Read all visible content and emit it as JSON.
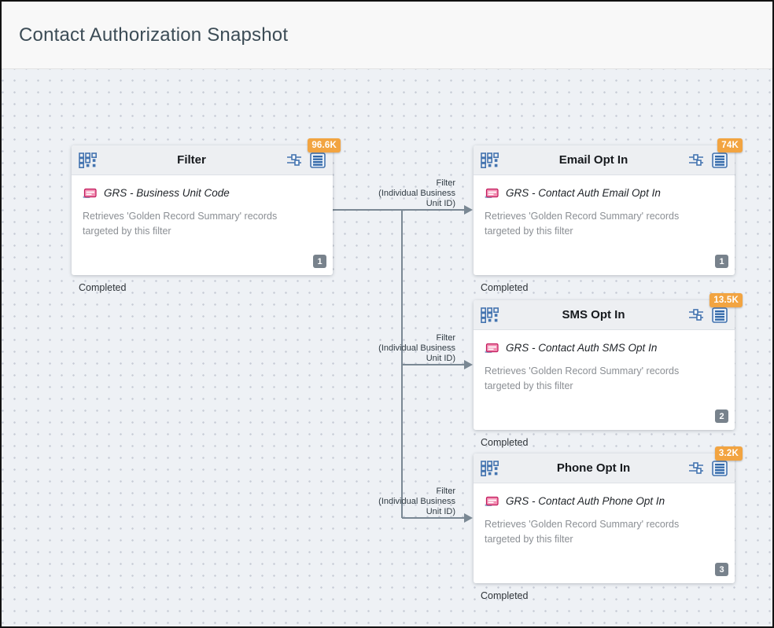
{
  "window": {
    "title": "Contact Authorization Snapshot"
  },
  "canvas": {
    "nodes": [
      {
        "title": "Filter",
        "count": "96.6K",
        "source": "GRS - Business Unit Code",
        "description": "Retrieves 'Golden Record Summary' records targeted by this filter",
        "step": "1",
        "status": "Completed"
      },
      {
        "title": "Email Opt In",
        "count": "74K",
        "source": "GRS - Contact Auth Email Opt In",
        "description": "Retrieves 'Golden Record Summary' records targeted by this filter",
        "step": "1",
        "status": "Completed"
      },
      {
        "title": "SMS Opt In",
        "count": "13.5K",
        "source": "GRS - Contact Auth SMS Opt In",
        "description": "Retrieves 'Golden Record Summary' records targeted by this filter",
        "step": "2",
        "status": "Completed"
      },
      {
        "title": "Phone Opt In",
        "count": "3.2K",
        "source": "GRS - Contact Auth Phone Opt In",
        "description": "Retrieves 'Golden Record Summary' records targeted by this filter",
        "step": "3",
        "status": "Completed"
      }
    ],
    "connectors": [
      {
        "line1": "Filter",
        "line2": "(Individual Business",
        "line3": "Unit ID)"
      },
      {
        "line1": "Filter",
        "line2": "(Individual Business",
        "line3": "Unit ID)"
      },
      {
        "line1": "Filter",
        "line2": "(Individual Business",
        "line3": "Unit ID)"
      }
    ],
    "icons": {
      "header_left": "activity-grid-icon",
      "header_config": "sliders-icon",
      "header_log": "list-icon",
      "source": "data-extension-icon"
    },
    "colors": {
      "count_badge_orange": "#F2A441",
      "icon_blue": "#4474B0",
      "connector_gray": "#7A8894",
      "step_badge_gray": "#78828C",
      "source_icon_pink": "#F291B4",
      "canvas_bg": "#EEF1F5",
      "node_header_bg": "#EDEFF2"
    }
  }
}
